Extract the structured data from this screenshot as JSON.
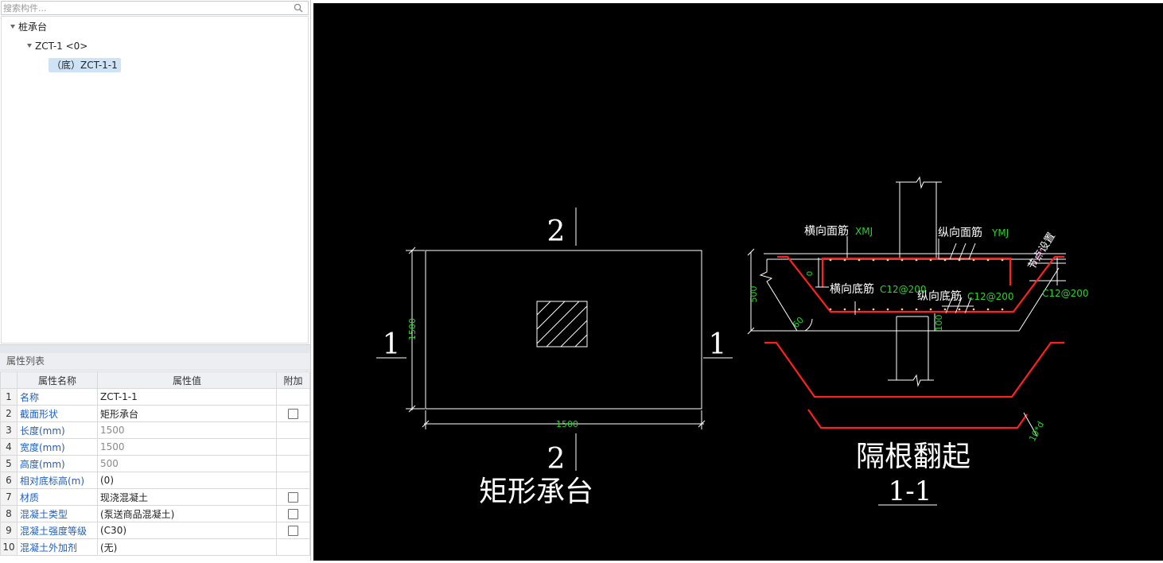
{
  "search": {
    "placeholder": "搜索构件..."
  },
  "tree": {
    "root": {
      "label": "桩承台"
    },
    "child": {
      "label": "ZCT-1 <0>"
    },
    "leaf": {
      "label": "（底）ZCT-1-1"
    }
  },
  "properties": {
    "title": "属性列表",
    "columns": {
      "index": "",
      "name": "属性名称",
      "value": "属性值",
      "extra": "附加"
    },
    "rows": [
      {
        "index": "1",
        "name": "名称",
        "value": "ZCT-1-1",
        "gray": false,
        "checkbox": false
      },
      {
        "index": "2",
        "name": "截面形状",
        "value": "矩形承台",
        "gray": false,
        "checkbox": true
      },
      {
        "index": "3",
        "name": "长度(mm)",
        "value": "1500",
        "gray": true,
        "checkbox": false
      },
      {
        "index": "4",
        "name": "宽度(mm)",
        "value": "1500",
        "gray": true,
        "checkbox": false
      },
      {
        "index": "5",
        "name": "高度(mm)",
        "value": "500",
        "gray": true,
        "checkbox": false
      },
      {
        "index": "6",
        "name": "相对底标高(m)",
        "value": "(0)",
        "gray": false,
        "checkbox": false
      },
      {
        "index": "7",
        "name": "材质",
        "value": "现浇混凝土",
        "gray": false,
        "checkbox": true
      },
      {
        "index": "8",
        "name": "混凝土类型",
        "value": "(泵送商品混凝土)",
        "gray": false,
        "checkbox": true
      },
      {
        "index": "9",
        "name": "混凝土强度等级",
        "value": "(C30)",
        "gray": false,
        "checkbox": true
      },
      {
        "index": "10",
        "name": "混凝土外加剂",
        "value": "(无)",
        "gray": false,
        "checkbox": false
      }
    ]
  },
  "drawing": {
    "plan": {
      "title": "矩形承台",
      "dim_width": "1500",
      "dim_height": "1500",
      "section_label_horizontal": "1",
      "section_label_vertical": "2"
    },
    "section": {
      "title": "隔根翻起",
      "subtitle": "1-1",
      "label_transverse_top": "横向面筋",
      "code_transverse_top": "XMJ",
      "label_longitudinal_top": "纵向面筋",
      "code_longitudinal_top": "YMJ",
      "label_transverse_bottom": "横向底筋",
      "code_transverse_bottom": "C12@200",
      "label_longitudinal_bottom": "纵向底筋",
      "code_longitudinal_bottom": "C12@200",
      "label_side_bar": "C12@200",
      "label_node_setting": "节点设置",
      "dim_height": "500",
      "dim_cover": "100",
      "dim_top_offset": "0",
      "angle": "60",
      "anchor": "10*d"
    },
    "colors": {
      "background": "#000000",
      "line": "#ffffff",
      "rebar": "#ff2020",
      "dimension": "#2bd32b",
      "accent": "#ff3fd0"
    }
  }
}
